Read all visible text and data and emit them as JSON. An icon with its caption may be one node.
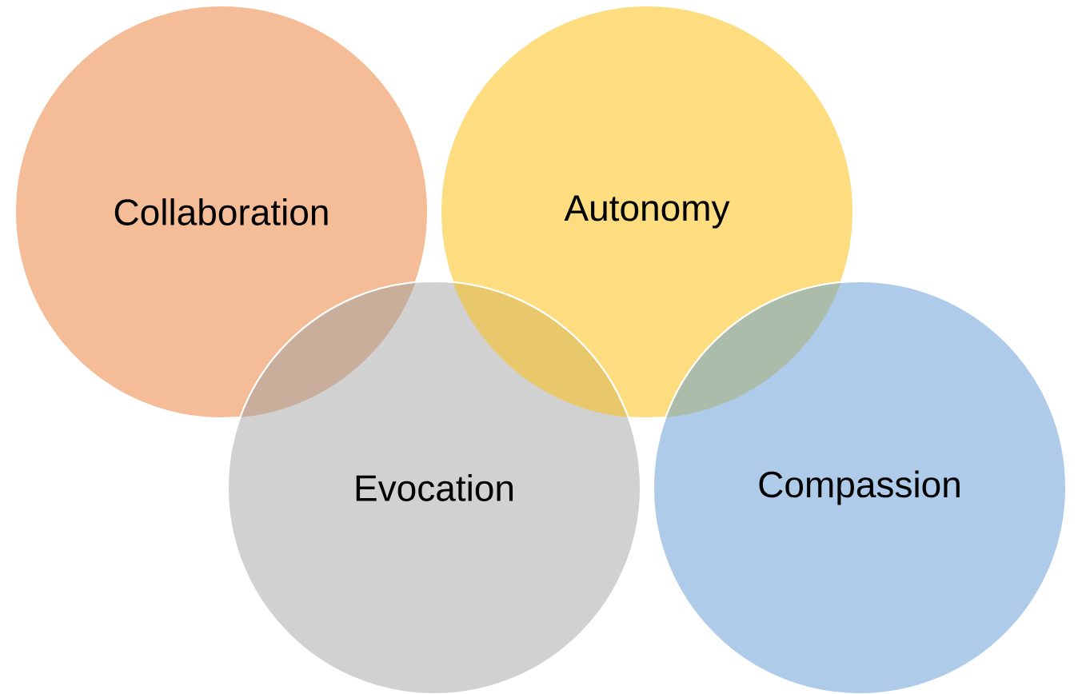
{
  "diagram": {
    "nodes": [
      {
        "text": [
          "Collaboration"
        ]
      },
      {
        "text": [
          "Autonomy"
        ]
      },
      {
        "text": [
          "Evocation"
        ]
      },
      {
        "text": [
          "Compassion"
        ]
      }
    ]
  }
}
